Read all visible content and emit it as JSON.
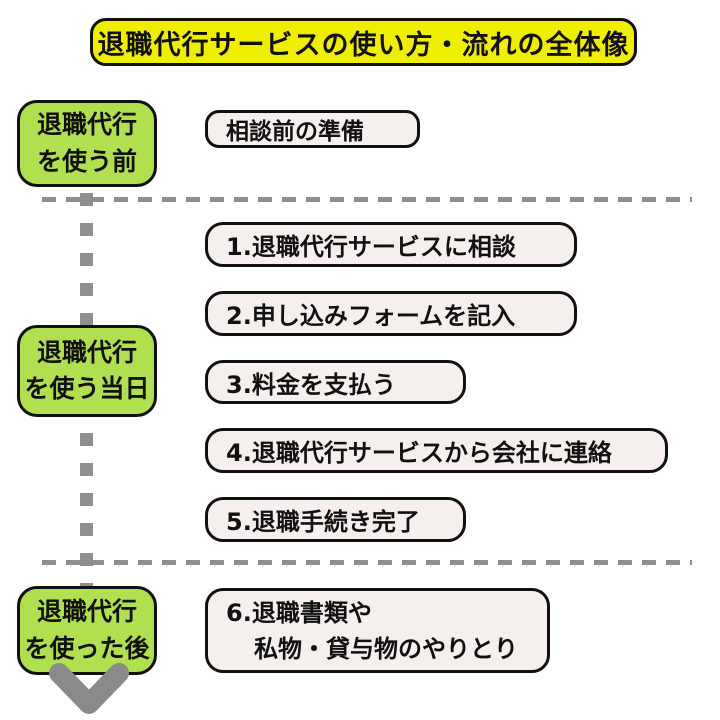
{
  "title": "退職代行サービスの使い方・流れの全体像",
  "stages": [
    {
      "line1": "退職代行",
      "line2": "を使う前"
    },
    {
      "line1": "退職代行",
      "line2": "を使う当日"
    },
    {
      "line1": "退職代行",
      "line2": "を使った後"
    }
  ],
  "steps": {
    "prep": "相談前の準備",
    "s1": "1.退職代行サービスに相談",
    "s2": "2.申し込みフォームを記入",
    "s3": "3.料金を支払う",
    "s4": "4.退職代行サービスから会社に連絡",
    "s5": "5.退職手続き完了",
    "s6_line1": "6.退職書類や",
    "s6_line2": "私物・貸与物のやりとり"
  },
  "icons": {
    "bottom_arrow": "down-chevron"
  },
  "colors": {
    "title_bg": "#f0ee00",
    "stage_bg": "#b0e050",
    "step_bg": "#f5efee",
    "border": "#111111",
    "dash_gray": "#8f8f8f"
  }
}
